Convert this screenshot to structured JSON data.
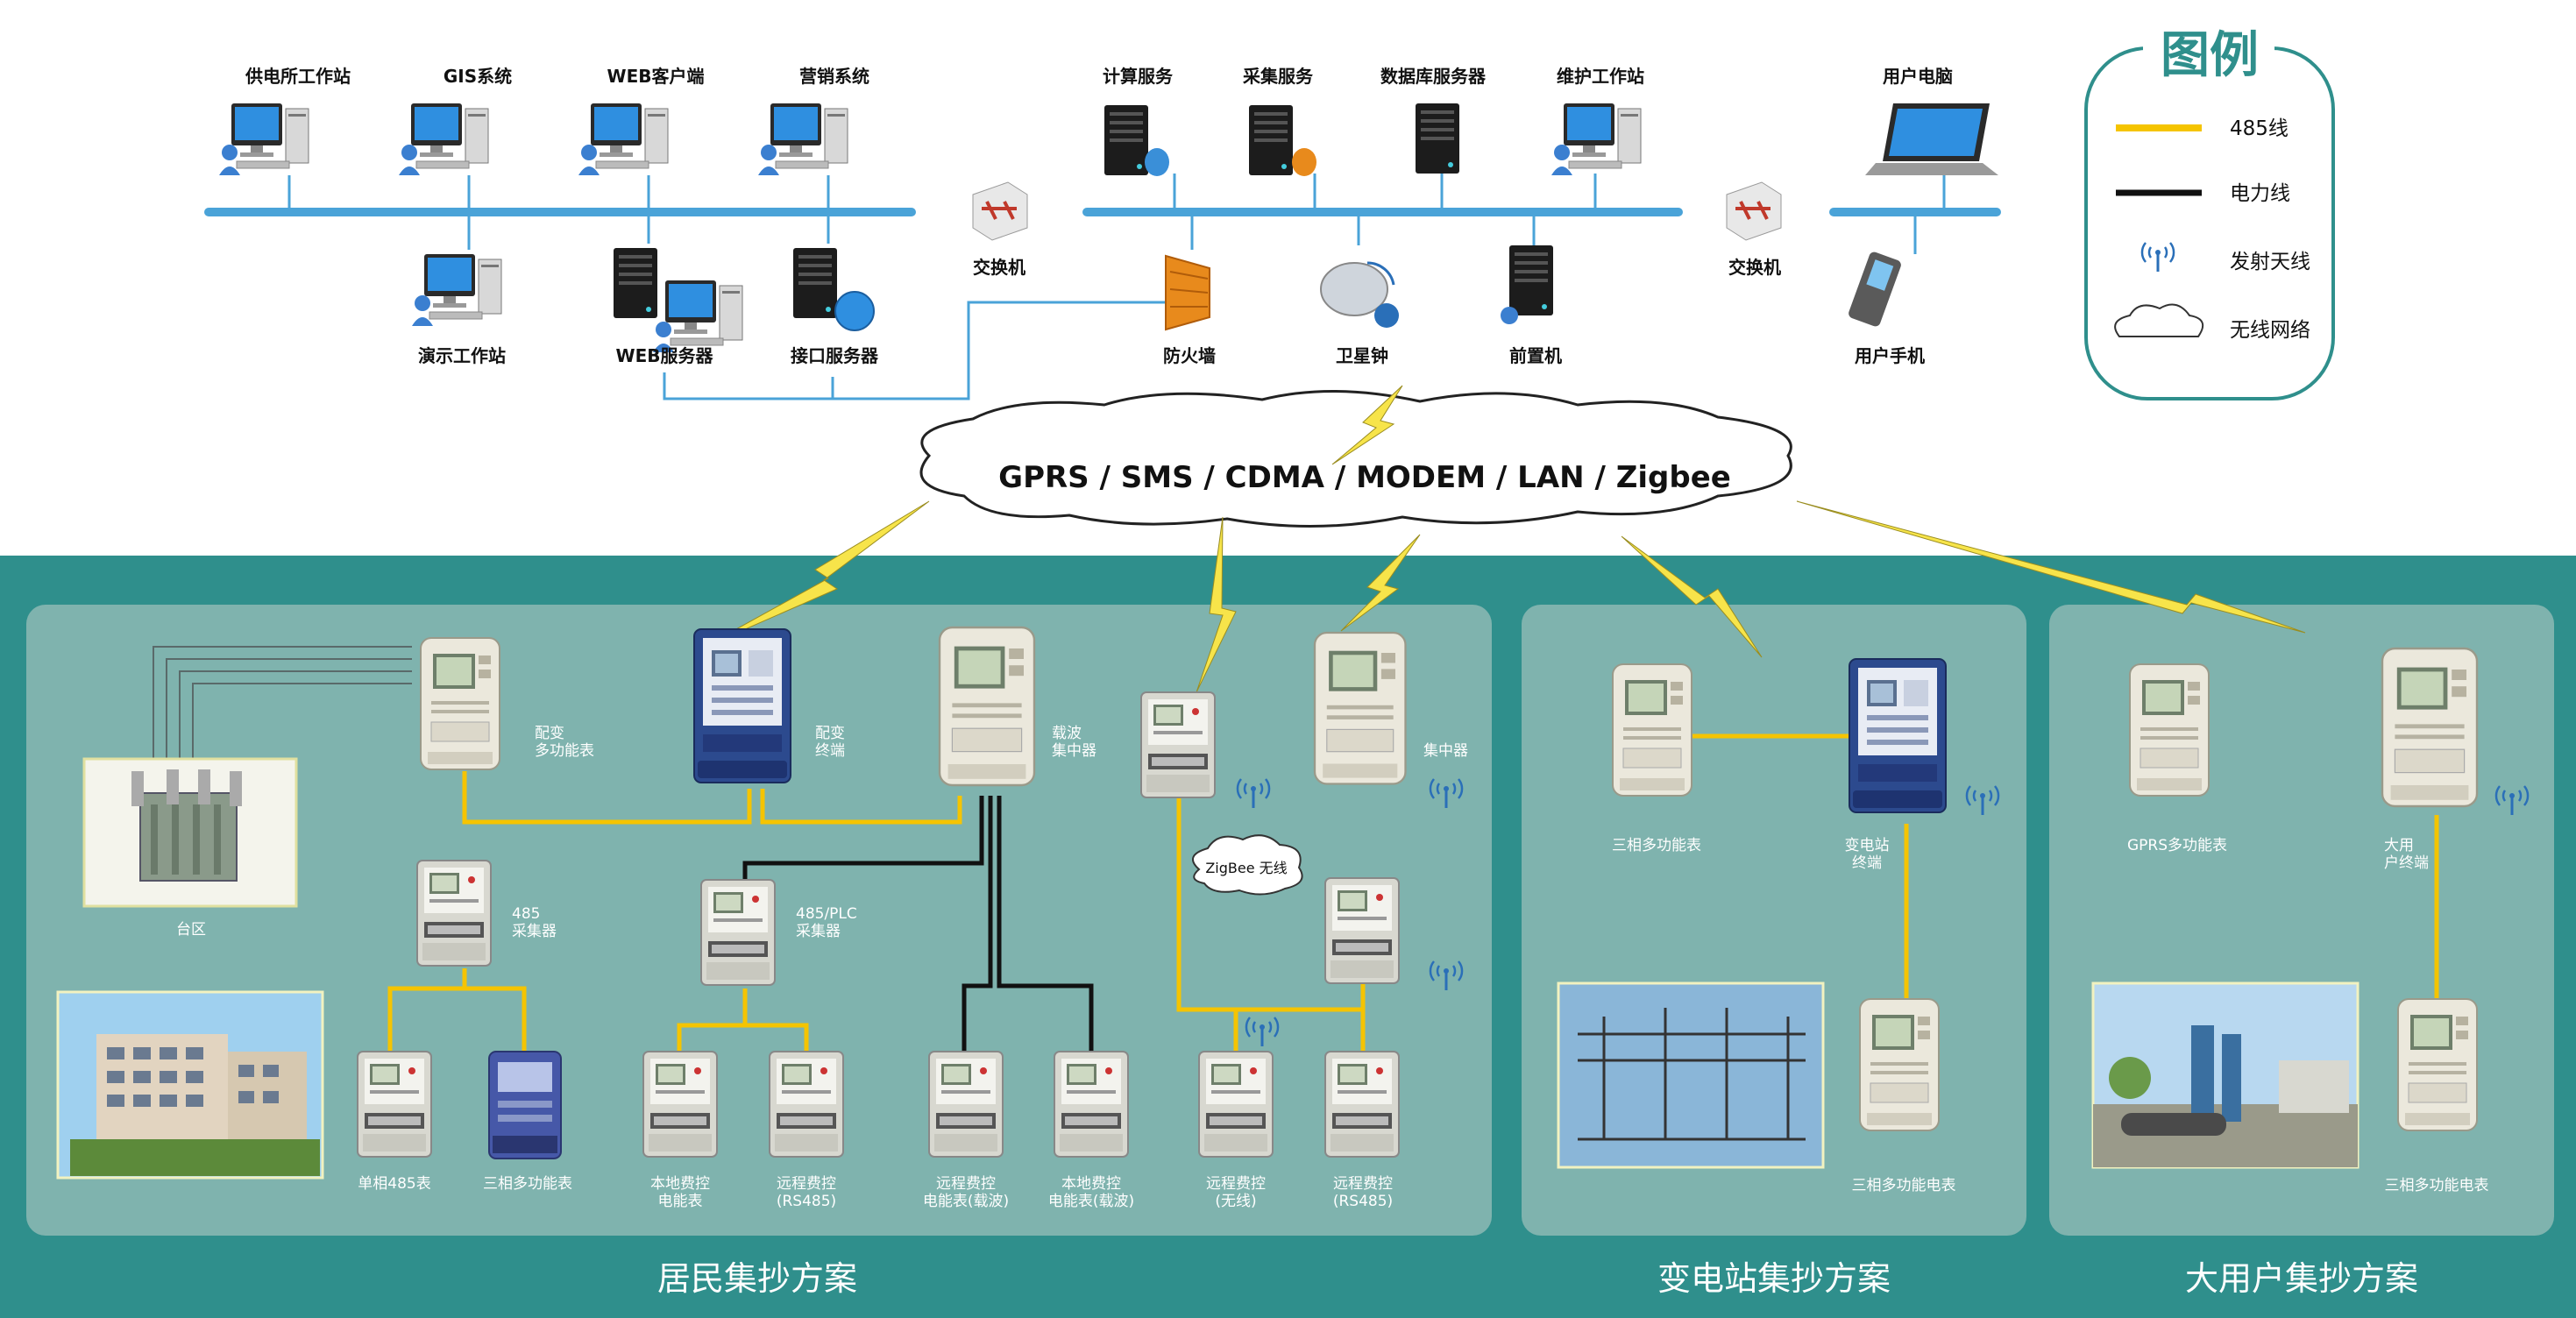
{
  "top": {
    "labels": {
      "power_station": "供电所工作站",
      "gis": "GIS系统",
      "web_client": "WEB客户端",
      "marketing": "营销系统",
      "demo_ws": "演示工作站",
      "web_server": "WEB服务器",
      "interface_server": "接口服务器",
      "switch_left": "交换机",
      "compute": "计算服务",
      "collect": "采集服务",
      "database": "数据库服务器",
      "maintenance": "维护工作站",
      "firewall": "防火墙",
      "satellite_clock": "卫星钟",
      "front_end": "前置机",
      "switch_right": "交换机",
      "user_pc": "用户电脑",
      "user_phone": "用户手机"
    }
  },
  "cloud": {
    "label": "GPRS / SMS / CDMA / MODEM / LAN / Zigbee"
  },
  "legend": {
    "title": "图例",
    "items": [
      {
        "label": "485线",
        "color": "#f5c400"
      },
      {
        "label": "电力线",
        "color": "#111111"
      },
      {
        "label": "发射天线",
        "icon": "antenna-icon"
      },
      {
        "label": "无线网络",
        "icon": "cloud-icon"
      }
    ]
  },
  "panels": {
    "residential": {
      "title": "居民集抄方案",
      "labels": {
        "taiqu": "台区",
        "dist_meter_1": "配变",
        "dist_meter_2": "多功能表",
        "dist_term_1": "配变",
        "dist_term_2": "终端",
        "carrier_1": "载波",
        "carrier_2": "集中器",
        "concentrator": "集中器",
        "c485_1": "485",
        "c485_2": "采集器",
        "plc_1": "485/PLC",
        "plc_2": "采集器",
        "zigbee": "ZigBee 无线",
        "m1": "单相485表",
        "m2": "三相多功能表",
        "m3_1": "本地费控",
        "m3_2": "电能表",
        "m4_1": "远程费控",
        "m4_2": "(RS485)",
        "m5_1": "远程费控",
        "m5_2": "电能表(载波)",
        "m6_1": "本地费控",
        "m6_2": "电能表(载波)",
        "m7_1": "远程费控",
        "m7_2": "(无线)",
        "m8_1": "远程费控",
        "m8_2": "(RS485)"
      }
    },
    "substation": {
      "title": "变电站集抄方案",
      "labels": {
        "three_phase": "三相多功能表",
        "terminal_1": "变电站",
        "terminal_2": "终端",
        "meter": "三相多功能电表"
      }
    },
    "large_user": {
      "title": "大用户集抄方案",
      "labels": {
        "gprs": "GPRS多功能表",
        "terminal_1": "大用",
        "terminal_2": "户终端",
        "meter": "三相多功能电表"
      }
    }
  },
  "colors": {
    "band": "#2f8f8c",
    "panel": "#7fb3ae",
    "line_485": "#f5c400",
    "power_line": "#111111",
    "bus": "#4aa3d8"
  }
}
